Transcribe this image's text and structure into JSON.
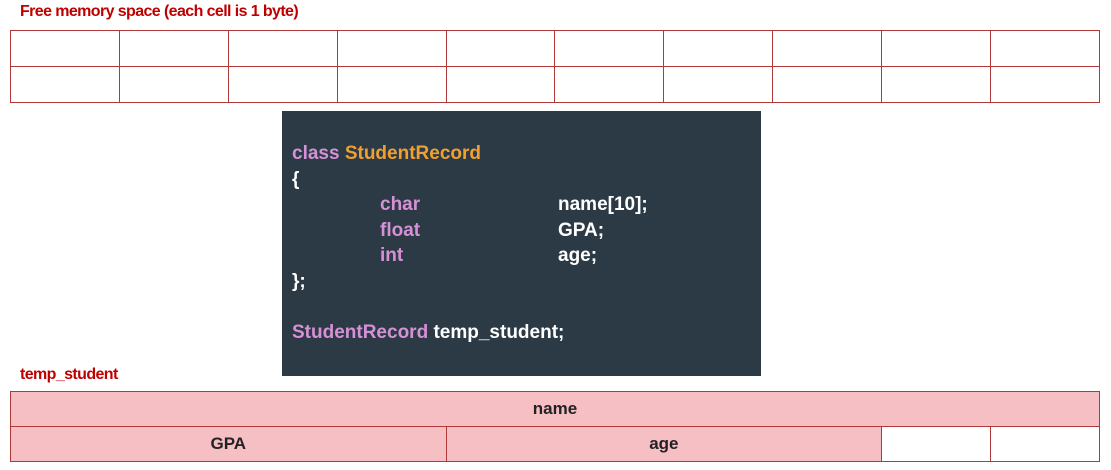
{
  "top_title": "Free memory space (each cell is 1 byte)",
  "free_memory": {
    "columns": 10,
    "rows": 2
  },
  "code": {
    "class_keyword": "class",
    "class_name": "StudentRecord",
    "open_brace": "{",
    "members": [
      {
        "type": "char",
        "name": "name[10];"
      },
      {
        "type": "float",
        "name": "GPA;"
      },
      {
        "type": "int",
        "name": "age;"
      }
    ],
    "close_brace": "};",
    "decl_type": "StudentRecord",
    "decl_name": "temp_student;"
  },
  "record_title": "temp_student",
  "record": {
    "row1_label": "name",
    "row2_gpa": "GPA",
    "row2_age": "age"
  },
  "colors": {
    "cell_border": "#b03a3a",
    "title_red": "#c00000",
    "record_fill": "#f6bfc3",
    "code_bg": "#2b3a45",
    "keyword": "#d691d6",
    "class_name": "#f0a030"
  }
}
